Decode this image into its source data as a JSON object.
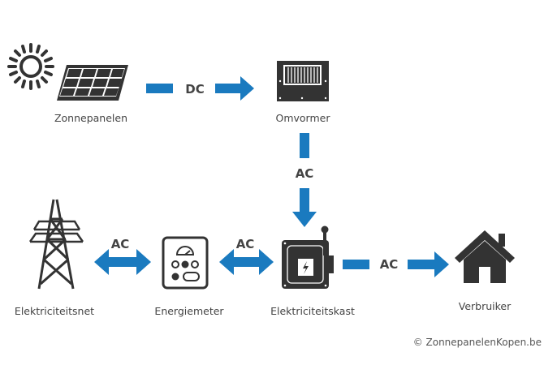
{
  "nodes": {
    "solar_panels": "Zonnepanelen",
    "inverter": "Omvormer",
    "grid": "Elektriciteitsnet",
    "energy_meter": "Energiemeter",
    "fuse_box": "Elektriciteitskast",
    "consumer": "Verbruiker"
  },
  "flows": {
    "panels_to_inverter": "DC",
    "inverter_to_fusebox": "AC",
    "grid_meter": "AC",
    "meter_fusebox": "AC",
    "fusebox_to_consumer": "AC"
  },
  "copyright": "© ZonnepanelenKopen.be",
  "colors": {
    "arrow": "#1a7abf",
    "icon": "#333333"
  },
  "icons": [
    "sun-icon",
    "solar-panel-icon",
    "inverter-icon",
    "power-tower-icon",
    "energy-meter-icon",
    "fuse-box-icon",
    "house-icon"
  ]
}
